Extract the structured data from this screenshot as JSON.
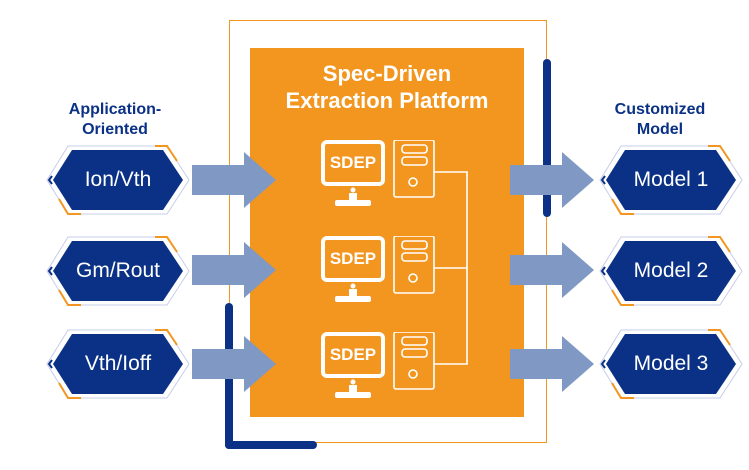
{
  "diagram": {
    "title": "Spec-Driven Extraction Platform",
    "title_lines": [
      "Spec-Driven",
      "Extraction Platform"
    ],
    "left_column": {
      "label_lines": [
        "Application-",
        "Oriented"
      ],
      "items": [
        {
          "label": "Ion/Vth"
        },
        {
          "label": "Gm/Rout"
        },
        {
          "label": "Vth/Ioff"
        }
      ]
    },
    "right_column": {
      "label_lines": [
        "Customized",
        "Model"
      ],
      "items": [
        {
          "label": "Model 1"
        },
        {
          "label": "Model 2"
        },
        {
          "label": "Model 3"
        }
      ]
    },
    "stations": [
      {
        "label": "SDEP",
        "icons": [
          "monitor-icon",
          "server-tower-icon"
        ]
      },
      {
        "label": "SDEP",
        "icons": [
          "monitor-icon",
          "server-tower-icon"
        ]
      },
      {
        "label": "SDEP",
        "icons": [
          "monitor-icon",
          "server-tower-icon"
        ]
      }
    ],
    "colors": {
      "navy": "#0a3185",
      "orange": "#f2961f",
      "arrow": "#7f98c4",
      "white": "#ffffff"
    }
  }
}
